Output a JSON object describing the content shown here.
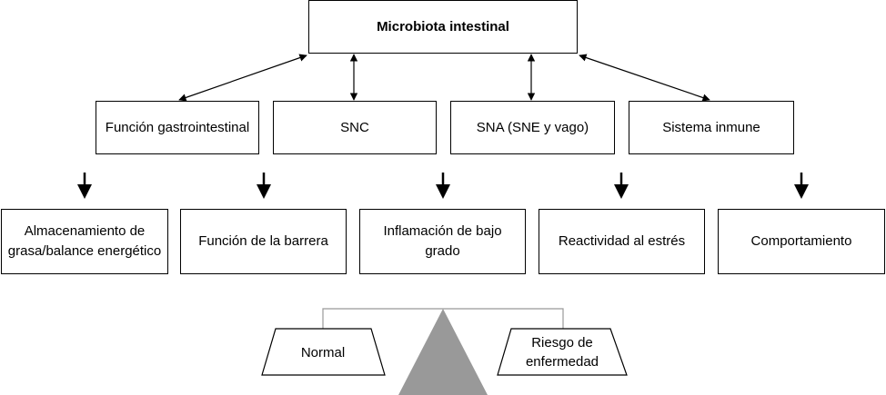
{
  "top": "Microbiota intestinal",
  "middle": [
    {
      "label": "Función gastrointestinal"
    },
    {
      "label": "SNC"
    },
    {
      "label": "SNA (SNE y vago)"
    },
    {
      "label": "Sistema inmune"
    }
  ],
  "bottom": [
    {
      "label": "Almacenamiento de grasa/balance energético"
    },
    {
      "label": "Función de la barrera"
    },
    {
      "label": "Inflamación de bajo grado"
    },
    {
      "label": "Reactividad al estrés"
    },
    {
      "label": "Comportamiento"
    }
  ],
  "balance": {
    "left": "Normal",
    "right": "Riesgo de enfermedad",
    "fulcrum_color": "#999999"
  }
}
